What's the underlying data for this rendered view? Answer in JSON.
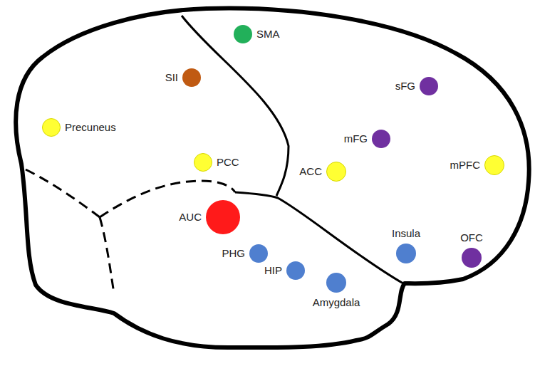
{
  "diagram": {
    "nodes": [
      {
        "text": [
          "SMA"
        ]
      },
      {
        "text": [
          "SII"
        ]
      },
      {
        "text": [
          "sFG"
        ]
      },
      {
        "text": [
          "Precuneus"
        ]
      },
      {
        "text": [
          "mFG"
        ]
      },
      {
        "text": [
          "PCC"
        ]
      },
      {
        "text": [
          "ACC"
        ]
      },
      {
        "text": [
          "mPFC"
        ]
      },
      {
        "text": [
          "AUC"
        ]
      },
      {
        "text": [
          "Insula"
        ]
      },
      {
        "text": [
          "OFC"
        ]
      },
      {
        "text": [
          "PHG"
        ]
      },
      {
        "text": [
          "HIP"
        ]
      },
      {
        "text": [
          "Amygdala"
        ]
      }
    ]
  }
}
